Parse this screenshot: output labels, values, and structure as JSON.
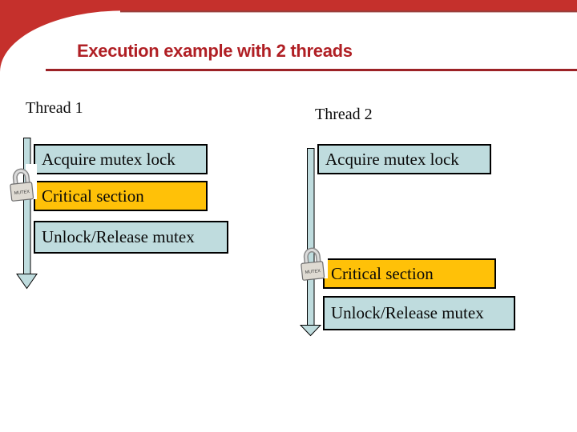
{
  "slide_title": "Execution example with 2 threads",
  "threads": [
    {
      "label": "Thread 1",
      "steps": [
        {
          "label": "Acquire mutex lock",
          "state": "normal"
        },
        {
          "label": "Critical section",
          "state": "highlight"
        },
        {
          "label": "Unlock/Release mutex",
          "state": "normal"
        }
      ]
    },
    {
      "label": "Thread 2",
      "steps": [
        {
          "label": "Acquire mutex lock",
          "state": "normal"
        },
        {
          "label": "Critical section",
          "state": "highlight"
        },
        {
          "label": "Unlock/Release mutex",
          "state": "normal"
        }
      ]
    }
  ],
  "lock_icon": {
    "text": "MUTEX"
  },
  "colors": {
    "banner_red": "#C5302C",
    "banner_edge": "#9A3E3A",
    "title_red": "#B01F24",
    "underline_red": "#9C2226",
    "step_blue": "#BFDCDE",
    "step_orange": "#FFC108",
    "arrow_blue": "#BFDCDE",
    "text_black": "#0A0A0A"
  }
}
